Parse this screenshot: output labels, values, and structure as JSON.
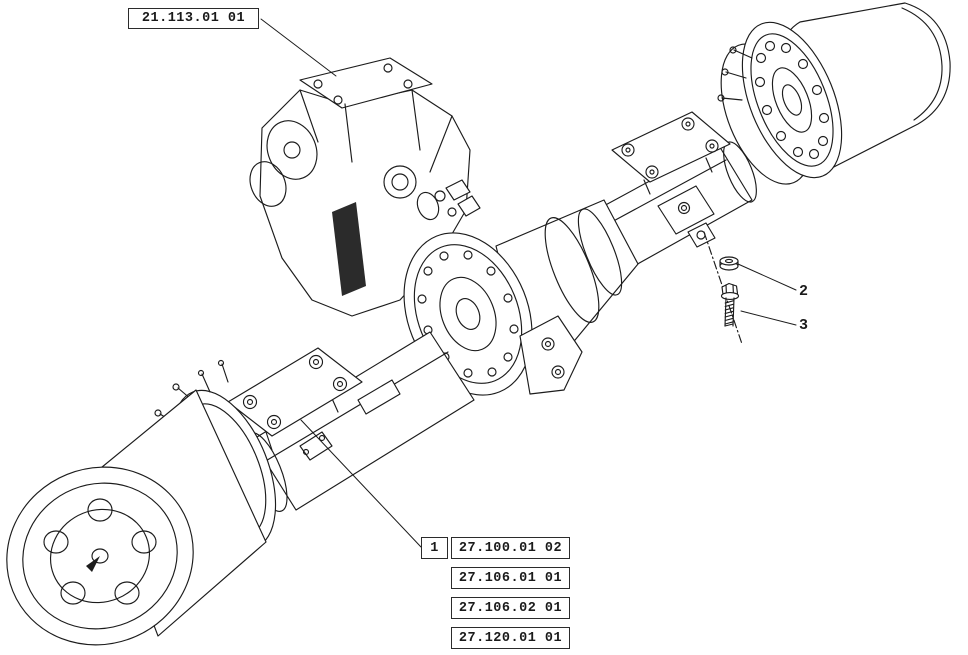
{
  "page": {
    "background": "#ffffff",
    "line_color": "#1c1c1c"
  },
  "top_label": {
    "text": "21.113.01 01"
  },
  "callout_1": {
    "number": "1"
  },
  "callout_2": {
    "number": "2"
  },
  "callout_3": {
    "number": "3"
  },
  "reference_boxes": {
    "items": [
      "27.100.01 02",
      "27.106.01 01",
      "27.106.02 01",
      "27.120.01 01"
    ]
  }
}
